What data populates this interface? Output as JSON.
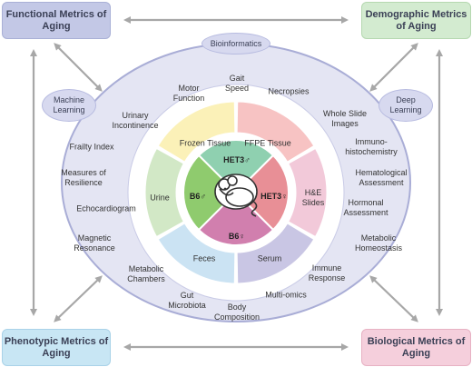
{
  "corners": {
    "functional": "Functional Metrics of Aging",
    "demographic": "Demographic Metrics of Aging",
    "phenotypic": "Phenotypic Metrics of Aging",
    "biological": "Biological Metrics of Aging"
  },
  "bubbles": {
    "bioinformatics": "Bioinformatics",
    "machine_learning": "Machine Learning",
    "deep_learning": "Deep Learning"
  },
  "outer_labels": {
    "motor_function": "Motor Function",
    "gait_speed": "Gait Speed",
    "necropsies": "Necropsies",
    "urinary_incontinence": "Urinary Incontinence",
    "whole_slide_images": "Whole Slide Images",
    "frailty_index": "Frailty Index",
    "immunohistochemistry": "Immuno- histochemistry",
    "measures_of_resilience": "Measures of Resilience",
    "hematological_assessment": "Hematological Assessment",
    "echocardiogram": "Echocardiogram",
    "hormonal_assessment": "Hormonal Assessment",
    "magnetic_resonance": "Magnetic Resonance",
    "metabolic_homeostasis": "Metabolic Homeostasis",
    "metabolic_chambers": "Metabolic Chambers",
    "immune_response": "Immune Response",
    "gut_microbiota": "Gut Microbiota",
    "multi_omics": "Multi-omics",
    "body_composition": "Body Composition"
  },
  "sample_ring": {
    "frozen_tissue": "Frozen Tissue",
    "ffpe_tissue": "FFPE Tissue",
    "he_slides": "H&E Slides",
    "serum": "Serum",
    "feces": "Feces",
    "urine": "Urine"
  },
  "mouse_groups": {
    "het3_male": "HET3♂",
    "het3_female": "HET3♀",
    "b6_female": "B6♀",
    "b6_male": "B6♂"
  },
  "colors": {
    "outer_ring": "#e4e5f3",
    "outer_ring_border": "#a9add6",
    "inner_disc": "#ffffff",
    "frozen": "#fbf1b8",
    "ffpe": "#f7c3c3",
    "he": "#f2c9d9",
    "serum": "#c9c6e4",
    "feces": "#cbe3f3",
    "urine": "#d2e8c6",
    "het3_male": "#8fd0b0",
    "het3_female": "#e88f96",
    "b6_female": "#d17fae",
    "b6_male": "#8fcb6e",
    "arrow": "#a7a7a7"
  },
  "icons": {
    "center": "mouse-icon"
  }
}
